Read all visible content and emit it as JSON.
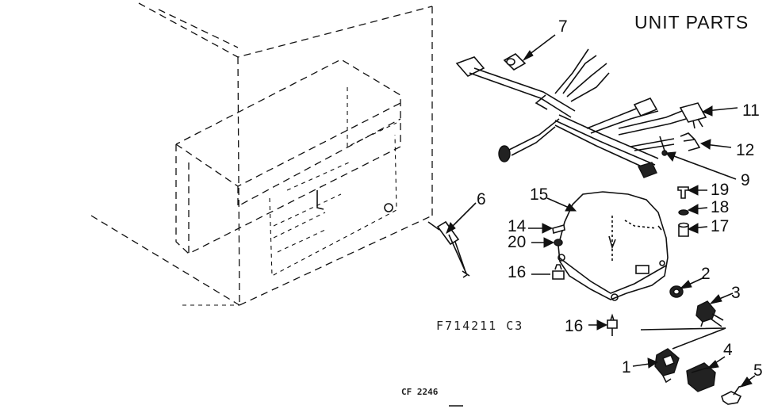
{
  "title": "UNIT PARTS",
  "part_number": "F714211 C3",
  "figure_code": "CF 2246",
  "callouts": [
    {
      "id": "c7",
      "label": "7"
    },
    {
      "id": "c11",
      "label": "11"
    },
    {
      "id": "c12",
      "label": "12"
    },
    {
      "id": "c9",
      "label": "9"
    },
    {
      "id": "c6",
      "label": "6"
    },
    {
      "id": "c15",
      "label": "15"
    },
    {
      "id": "c19",
      "label": "19"
    },
    {
      "id": "c18",
      "label": "18"
    },
    {
      "id": "c17",
      "label": "17"
    },
    {
      "id": "c14",
      "label": "14"
    },
    {
      "id": "c20",
      "label": "20"
    },
    {
      "id": "c16a",
      "label": "16"
    },
    {
      "id": "c2",
      "label": "2"
    },
    {
      "id": "c3",
      "label": "3"
    },
    {
      "id": "c16b",
      "label": "16"
    },
    {
      "id": "c4",
      "label": "4"
    },
    {
      "id": "c1",
      "label": "1"
    },
    {
      "id": "c5",
      "label": "5"
    }
  ]
}
